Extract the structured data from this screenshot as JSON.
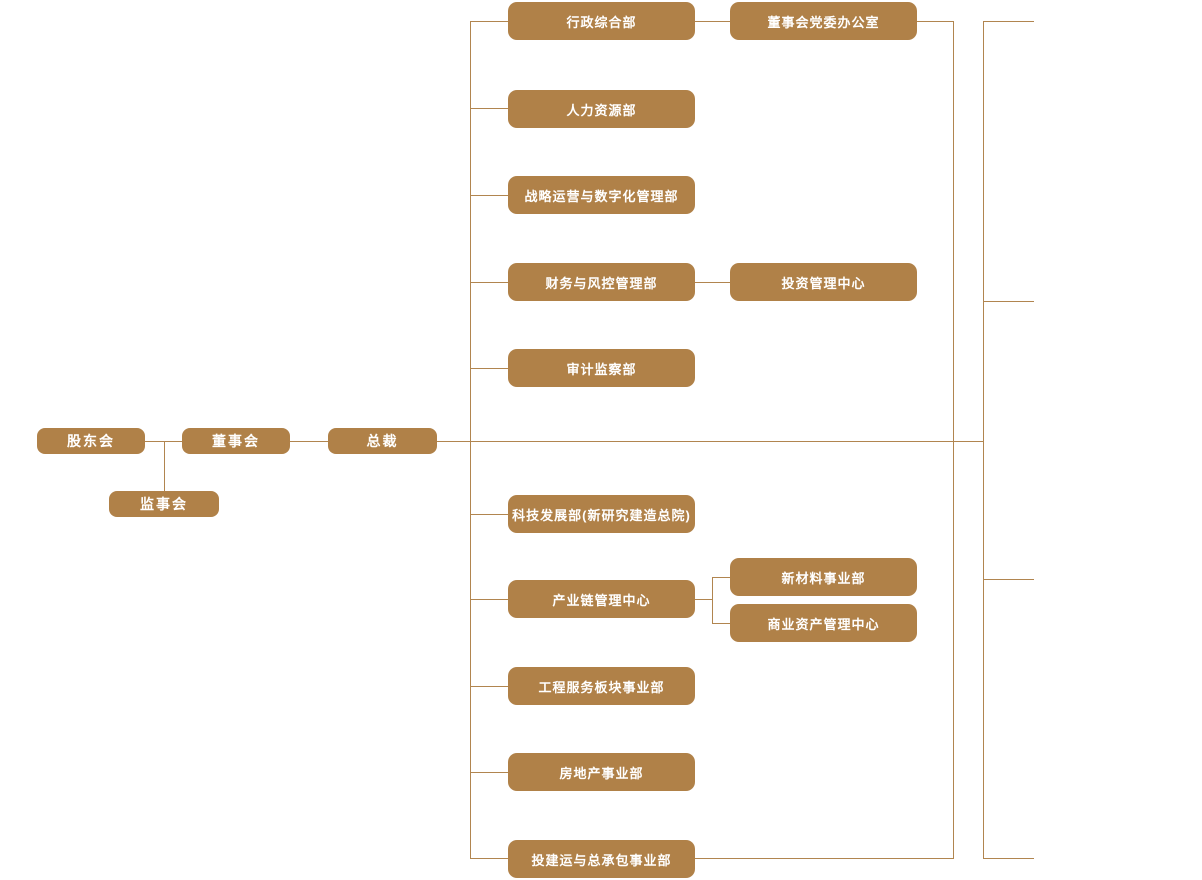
{
  "page": {
    "type": "organizational-chart",
    "background": "#ffffff"
  },
  "palette": {
    "node_fill": "#b08148",
    "node_text": "#ffffff",
    "connector": "#b1854f"
  },
  "nodes": {
    "shareholders": {
      "label": "股东会"
    },
    "supervisory_board": {
      "label": "监事会"
    },
    "board_of_directors": {
      "label": "董事会"
    },
    "president": {
      "label": "总裁"
    },
    "admin_general": {
      "label": "行政综合部"
    },
    "board_party_office": {
      "label": "董事会党委办公室"
    },
    "human_resources": {
      "label": "人力资源部"
    },
    "strategy_digital": {
      "label": "战略运营与数字化管理部"
    },
    "finance_risk": {
      "label": "财务与风控管理部"
    },
    "investment_center": {
      "label": "投资管理中心"
    },
    "audit_supervision": {
      "label": "审计监察部"
    },
    "tech_development": {
      "label": "科技发展部(新研究建造总院)"
    },
    "industry_chain_center": {
      "label": "产业链管理中心"
    },
    "new_materials": {
      "label": "新材料事业部"
    },
    "commercial_assets": {
      "label": "商业资产管理中心"
    },
    "engineering_services": {
      "label": "工程服务板块事业部"
    },
    "real_estate": {
      "label": "房地产事业部"
    },
    "invest_build_epc": {
      "label": "投建运与总承包事业部"
    }
  },
  "edges": [
    {
      "from": "shareholders",
      "to": "board_of_directors"
    },
    {
      "from": "shareholders",
      "to": "supervisory_board"
    },
    {
      "from": "board_of_directors",
      "to": "president"
    },
    {
      "from": "president",
      "to": "admin_general"
    },
    {
      "from": "admin_general",
      "to": "board_party_office"
    },
    {
      "from": "president",
      "to": "human_resources"
    },
    {
      "from": "president",
      "to": "strategy_digital"
    },
    {
      "from": "president",
      "to": "finance_risk"
    },
    {
      "from": "finance_risk",
      "to": "investment_center"
    },
    {
      "from": "president",
      "to": "audit_supervision"
    },
    {
      "from": "president",
      "to": "tech_development"
    },
    {
      "from": "president",
      "to": "industry_chain_center"
    },
    {
      "from": "industry_chain_center",
      "to": "new_materials"
    },
    {
      "from": "industry_chain_center",
      "to": "commercial_assets"
    },
    {
      "from": "president",
      "to": "engineering_services"
    },
    {
      "from": "president",
      "to": "real_estate"
    },
    {
      "from": "president",
      "to": "invest_build_epc"
    },
    {
      "from": "board_party_office",
      "to": "offscreen-right-column"
    },
    {
      "from": "invest_build_epc",
      "to": "offscreen-right-column"
    }
  ]
}
